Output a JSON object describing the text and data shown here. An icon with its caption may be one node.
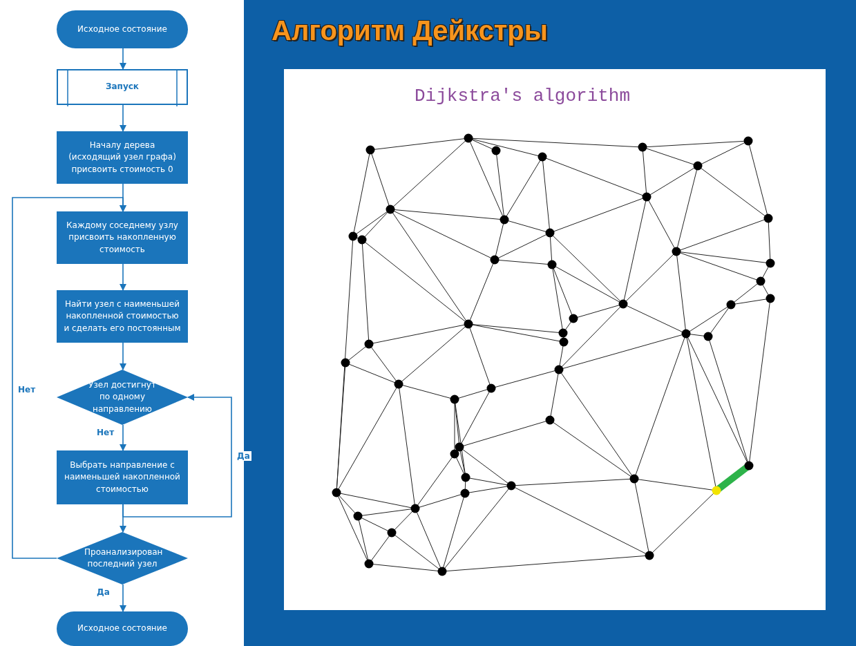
{
  "diagram": {
    "title": "Алгоритм Дейкстры",
    "nodes": [
      {
        "text": [
          "Исходное состояние"
        ]
      },
      {
        "text": [
          "Запуск"
        ]
      },
      {
        "text": [
          "Началу дерева (исходящий узел графа) присвоить стоимость 0"
        ]
      },
      {
        "text": [
          "Каждому соседнему узлу присвоить накопленную стоимость"
        ]
      },
      {
        "text": [
          "Найти узел с наименьшей накопленной стоимостью и сделать его постоянным"
        ]
      },
      {
        "text": [
          "Узел достигнут по одному направлению"
        ]
      },
      {
        "text": [
          "Выбрать направление с наименьшей накопленной стоимостью"
        ]
      },
      {
        "text": [
          "Проанализирован последний узел"
        ]
      },
      {
        "text": [
          "Исходное состояние"
        ]
      }
    ],
    "edges": [
      {
        "from": 0,
        "to": 1,
        "arrow": "to"
      },
      {
        "from": 1,
        "to": 2,
        "arrow": "to"
      },
      {
        "from": 2,
        "to": 3,
        "arrow": "to"
      },
      {
        "from": 3,
        "to": 4,
        "arrow": "to"
      },
      {
        "from": 4,
        "to": 5,
        "arrow": "to"
      },
      {
        "from": 5,
        "to": 6,
        "arrow": "to",
        "label": "Нет"
      },
      {
        "from": 6,
        "to": 7,
        "arrow": "to"
      },
      {
        "from": 6,
        "to": 5,
        "arrow": "to",
        "label": "Да"
      },
      {
        "from": 7,
        "to": 3,
        "arrow": "to",
        "label": "Нет"
      },
      {
        "from": 7,
        "to": 8,
        "arrow": "to",
        "label": "Да"
      }
    ],
    "labels": [
      "Dijkstra's algorithm"
    ]
  }
}
